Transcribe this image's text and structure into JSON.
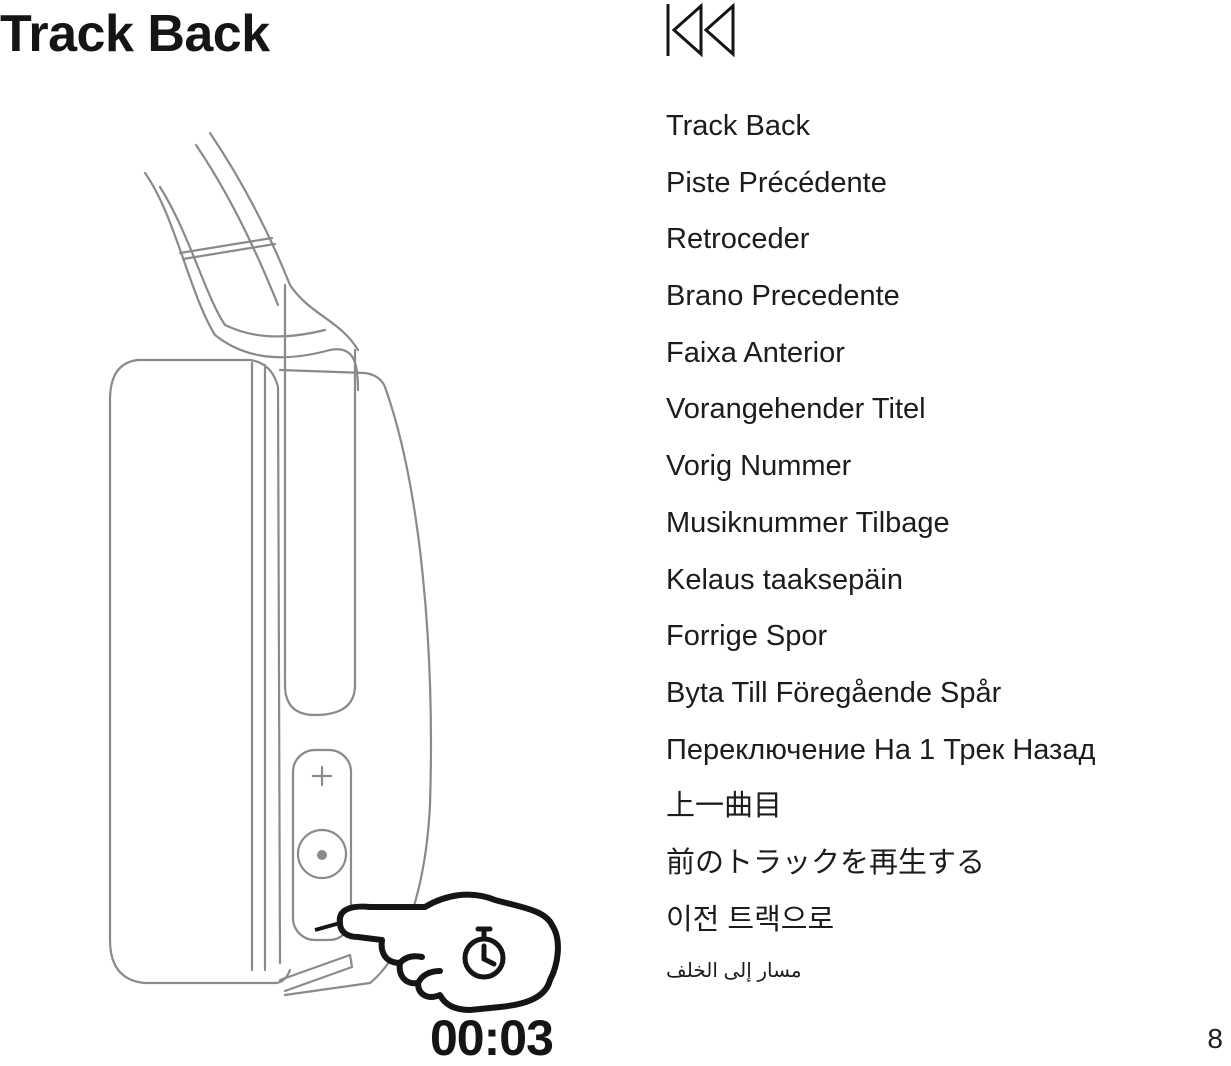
{
  "page": {
    "title": "Track Back",
    "timer": "00:03",
    "page_number": "8"
  },
  "icons": {
    "header_symbol": "track-back-icon",
    "press_hand": "pointing-hand-icon",
    "hold": "stopwatch-icon",
    "volume_up": "plus-icon",
    "multifunction": "dot-button-icon"
  },
  "translations": [
    "Track Back",
    "Piste Précédente",
    "Retroceder",
    "Brano Precedente",
    "Faixa Anterior",
    "Vorangehender Titel",
    "Vorig Nummer",
    "Musiknummer Tilbage",
    "Kelaus taaksepäin",
    "Forrige Spor",
    "Byta Till Föregående Spår",
    "Переключение На 1 Трек Назад",
    "上一曲目",
    "前のトラックを再生する",
    "이전 트랙으로",
    "مسار إلى الخلف"
  ],
  "colors": {
    "line_art": "#8a8a8a",
    "ink": "#151515",
    "background": "#ffffff"
  }
}
